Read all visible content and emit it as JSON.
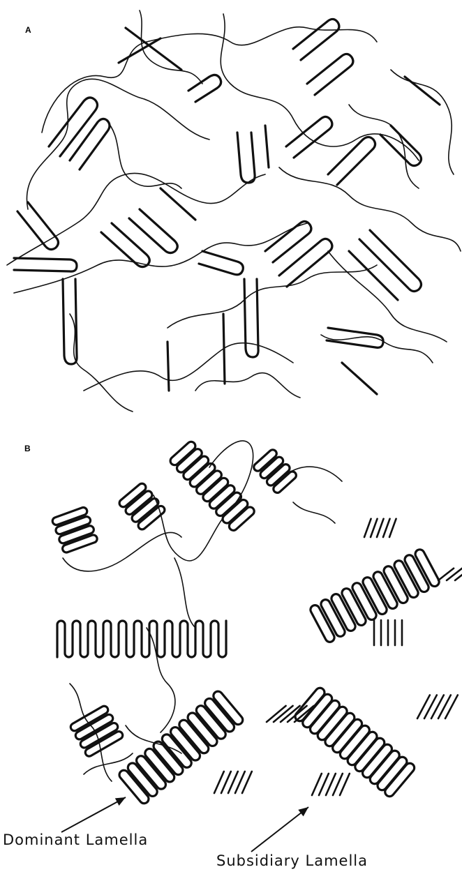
{
  "figure": {
    "panel_a": {
      "label": "A"
    },
    "panel_b": {
      "label": "B",
      "captions": {
        "dominant": "Dominant Lamella",
        "subsidiary": "Subsidiary Lamella"
      }
    }
  }
}
